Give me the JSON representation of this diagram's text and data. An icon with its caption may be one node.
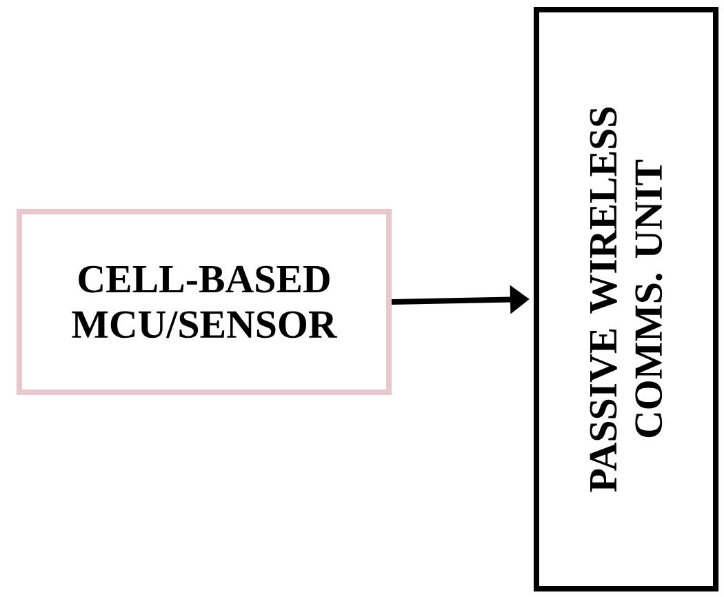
{
  "diagram": {
    "nodes": [
      {
        "text": [
          "CELL-BASED MCU/SENSOR"
        ]
      },
      {
        "text": [
          "PASSIVE WIRELESS COMMS. UNIT"
        ]
      }
    ],
    "edges": [
      {
        "from": 0,
        "to": 1,
        "arrow": "to"
      }
    ]
  }
}
